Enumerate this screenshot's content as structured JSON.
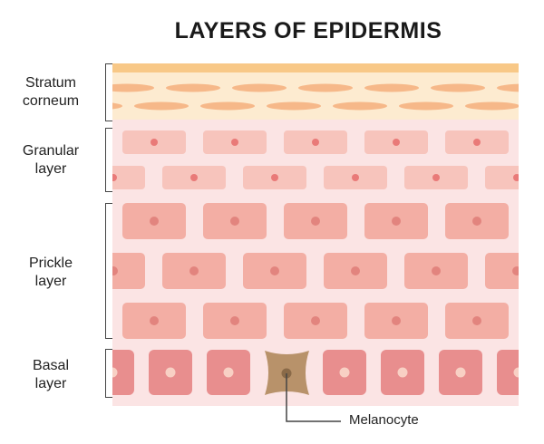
{
  "title": "LAYERS OF EPIDERMIS",
  "layers": [
    {
      "line1": "Stratum",
      "line2": "corneum"
    },
    {
      "line1": "Granular",
      "line2": "layer"
    },
    {
      "line1": "Prickle",
      "line2": "layer"
    },
    {
      "line1": "Basal",
      "line2": "layer"
    }
  ],
  "callout": "Melanocyte",
  "colors": {
    "corneum_band": "#f8c887",
    "corneum_bg": "#fdebd0",
    "corneum_cell": "#f6b889",
    "granular_bg": "#fbe4e4",
    "granular_cell": "#f7c4bc",
    "prickle_cell": "#f3aea4",
    "basal_cell": "#e88e8e",
    "nucleus": "#e97a78",
    "melanocyte": "#b8926a"
  }
}
